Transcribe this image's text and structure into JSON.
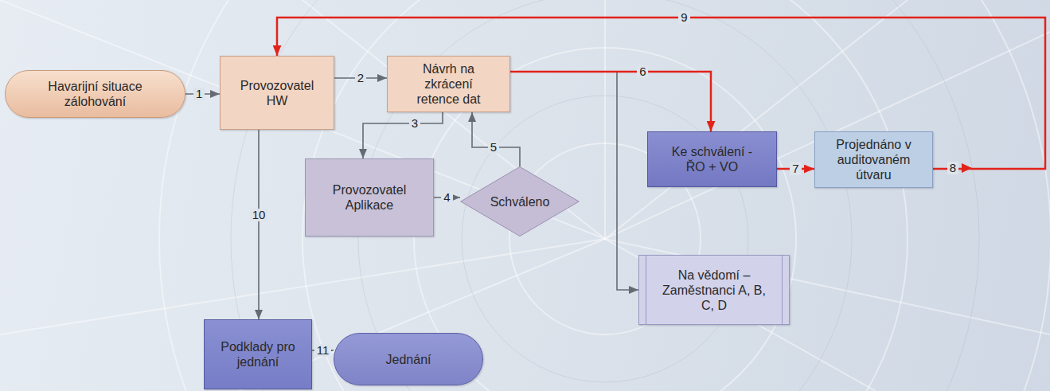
{
  "diagram": {
    "nodes": [
      {
        "text": [
          "Havarijní situace zálohování"
        ]
      },
      {
        "text": [
          "Provozovatel HW"
        ]
      },
      {
        "text": [
          "Návrh na zkrácení retence dat"
        ]
      },
      {
        "text": [
          "Provozovatel Aplikace"
        ]
      },
      {
        "text": [
          "Schváleno"
        ]
      },
      {
        "text": [
          "Ke schválení - ŘO + VO"
        ]
      },
      {
        "text": [
          "Projednáno v auditovaném útvaru"
        ]
      },
      {
        "text": [
          "Na vědomí – Zaměstnanci A, B, C, D"
        ]
      },
      {
        "text": [
          "Podklady pro jednání"
        ]
      },
      {
        "text": [
          "Jednání"
        ]
      }
    ],
    "edges": [
      {
        "from": 0,
        "to": 1,
        "arrow": "to",
        "label": "1"
      },
      {
        "from": 1,
        "to": 2,
        "arrow": "to",
        "label": "2"
      },
      {
        "from": 2,
        "to": 3,
        "arrow": "to",
        "label": "3"
      },
      {
        "from": 3,
        "to": 4,
        "arrow": "to",
        "label": "4"
      },
      {
        "from": 4,
        "to": 2,
        "arrow": "to",
        "label": "5"
      },
      {
        "from": 2,
        "to": 7,
        "arrow": "to"
      },
      {
        "from": 2,
        "to": 5,
        "arrow": "to",
        "label": "6"
      },
      {
        "from": 5,
        "to": 6,
        "arrow": "to",
        "label": "7"
      },
      {
        "from": 6,
        "to": 1,
        "arrow": "to",
        "label": "9"
      },
      {
        "from": 1,
        "to": 8,
        "arrow": "to",
        "label": "10"
      },
      {
        "from": 8,
        "to": 9,
        "arrow": "to",
        "label": "11"
      }
    ],
    "labels": [
      "8"
    ]
  }
}
